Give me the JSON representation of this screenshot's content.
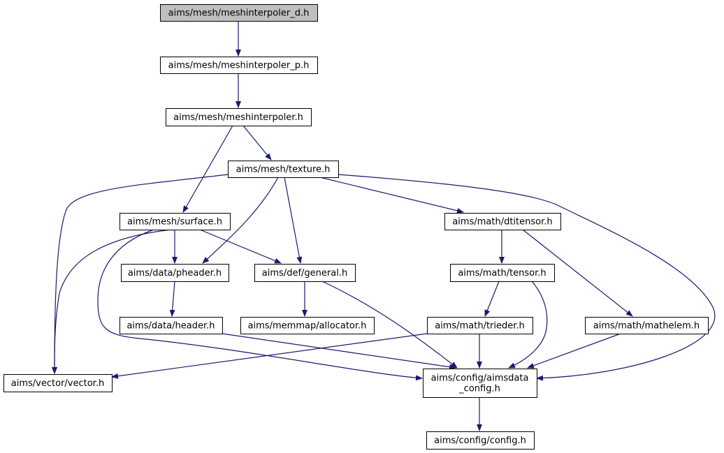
{
  "nodes": [
    {
      "id": "meshinterpoler_d",
      "lines": [
        "aims/mesh/meshinterpoler_d.h"
      ],
      "root": true
    },
    {
      "id": "meshinterpoler_p",
      "lines": [
        "aims/mesh/meshinterpoler_p.h"
      ]
    },
    {
      "id": "meshinterpoler",
      "lines": [
        "aims/mesh/meshinterpoler.h"
      ]
    },
    {
      "id": "texture",
      "lines": [
        "aims/mesh/texture.h"
      ]
    },
    {
      "id": "surface",
      "lines": [
        "aims/mesh/surface.h"
      ]
    },
    {
      "id": "dtitensor",
      "lines": [
        "aims/math/dtitensor.h"
      ]
    },
    {
      "id": "pheader",
      "lines": [
        "aims/data/pheader.h"
      ]
    },
    {
      "id": "general",
      "lines": [
        "aims/def/general.h"
      ]
    },
    {
      "id": "tensor",
      "lines": [
        "aims/math/tensor.h"
      ]
    },
    {
      "id": "header",
      "lines": [
        "aims/data/header.h"
      ]
    },
    {
      "id": "allocator",
      "lines": [
        "aims/memmap/allocator.h"
      ]
    },
    {
      "id": "trieder",
      "lines": [
        "aims/math/trieder.h"
      ]
    },
    {
      "id": "mathelem",
      "lines": [
        "aims/math/mathelem.h"
      ]
    },
    {
      "id": "vector",
      "lines": [
        "aims/vector/vector.h"
      ]
    },
    {
      "id": "aimsdata_config",
      "lines": [
        "aims/config/aimsdata",
        "_config.h"
      ]
    },
    {
      "id": "config",
      "lines": [
        "aims/config/config.h"
      ]
    }
  ],
  "edges": [
    {
      "from": "meshinterpoler_d",
      "to": "meshinterpoler_p"
    },
    {
      "from": "meshinterpoler_p",
      "to": "meshinterpoler"
    },
    {
      "from": "meshinterpoler",
      "to": "texture"
    },
    {
      "from": "meshinterpoler",
      "to": "surface"
    },
    {
      "from": "texture",
      "to": "vector"
    },
    {
      "from": "texture",
      "to": "pheader"
    },
    {
      "from": "texture",
      "to": "general"
    },
    {
      "from": "texture",
      "to": "dtitensor"
    },
    {
      "from": "texture",
      "to": "aimsdata_config"
    },
    {
      "from": "surface",
      "to": "vector"
    },
    {
      "from": "surface",
      "to": "pheader"
    },
    {
      "from": "surface",
      "to": "general"
    },
    {
      "from": "surface",
      "to": "aimsdata_config"
    },
    {
      "from": "pheader",
      "to": "header"
    },
    {
      "from": "header",
      "to": "aimsdata_config"
    },
    {
      "from": "general",
      "to": "allocator"
    },
    {
      "from": "general",
      "to": "aimsdata_config"
    },
    {
      "from": "dtitensor",
      "to": "tensor"
    },
    {
      "from": "dtitensor",
      "to": "mathelem"
    },
    {
      "from": "tensor",
      "to": "trieder"
    },
    {
      "from": "tensor",
      "to": "aimsdata_config"
    },
    {
      "from": "trieder",
      "to": "vector"
    },
    {
      "from": "trieder",
      "to": "aimsdata_config"
    },
    {
      "from": "mathelem",
      "to": "aimsdata_config"
    },
    {
      "from": "aimsdata_config",
      "to": "config"
    }
  ],
  "colors": {
    "edge": "#191970",
    "root_fill": "#bfbfbf",
    "node_fill": "#ffffff",
    "border": "#000000"
  }
}
